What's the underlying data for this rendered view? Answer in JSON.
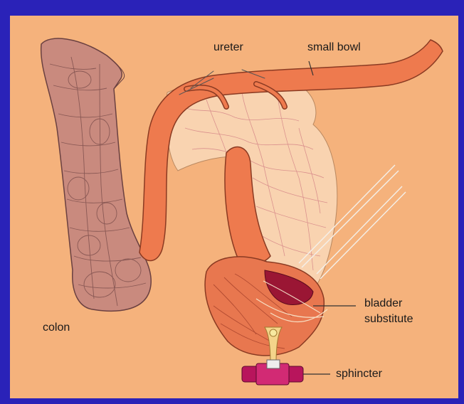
{
  "diagram": {
    "labels": {
      "ureter": "ureter",
      "small_bowel": "small bowl",
      "bladder_line1": "bladder",
      "bladder_line2": "substitute",
      "colon": "colon",
      "sphincter": "sphincter"
    },
    "colors": {
      "background": "#2a22b8",
      "panel": "#f5b27c",
      "colon": "#c98a7e",
      "bowel": "#ee7a4e",
      "mesentery": "#f9d3b0",
      "bladder": "#e8774f",
      "bladder_opening": "#9a1634",
      "sphincter": "#b8155c"
    }
  }
}
